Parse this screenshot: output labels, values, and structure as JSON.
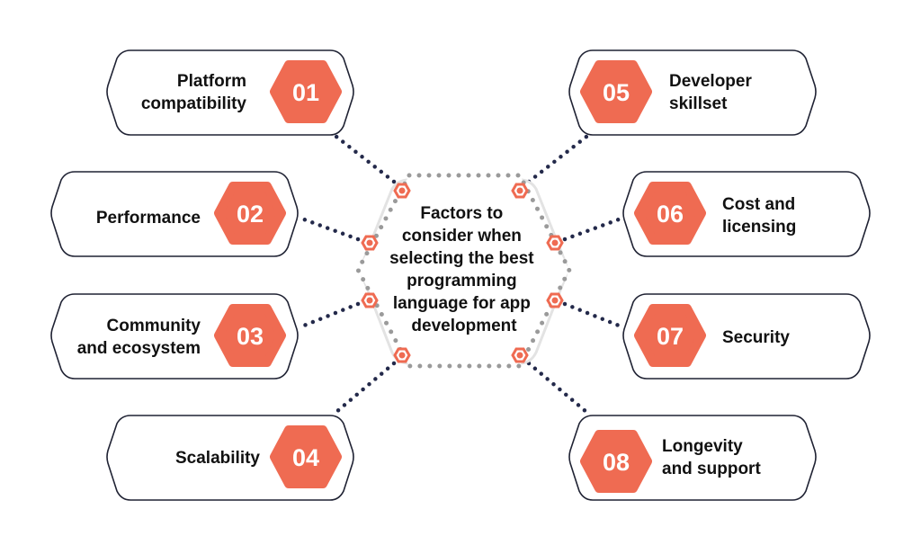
{
  "center": {
    "lines": [
      "Factors to",
      "consider when",
      "selecting the best",
      "programming",
      "language for app",
      "development"
    ]
  },
  "factors": [
    {
      "number": "01",
      "lines": [
        "Platform",
        "compatibility"
      ]
    },
    {
      "number": "02",
      "lines": [
        "Performance"
      ]
    },
    {
      "number": "03",
      "lines": [
        "Community",
        "and ecosystem"
      ]
    },
    {
      "number": "04",
      "lines": [
        "Scalability"
      ]
    },
    {
      "number": "05",
      "lines": [
        "Developer",
        "skillset"
      ]
    },
    {
      "number": "06",
      "lines": [
        "Cost and",
        "licensing"
      ]
    },
    {
      "number": "07",
      "lines": [
        "Security"
      ]
    },
    {
      "number": "08",
      "lines": [
        "Longevity",
        "and support"
      ]
    }
  ],
  "colors": {
    "accent": "#EF6B52",
    "outline": "#1f2233",
    "dots": "#23294a"
  }
}
